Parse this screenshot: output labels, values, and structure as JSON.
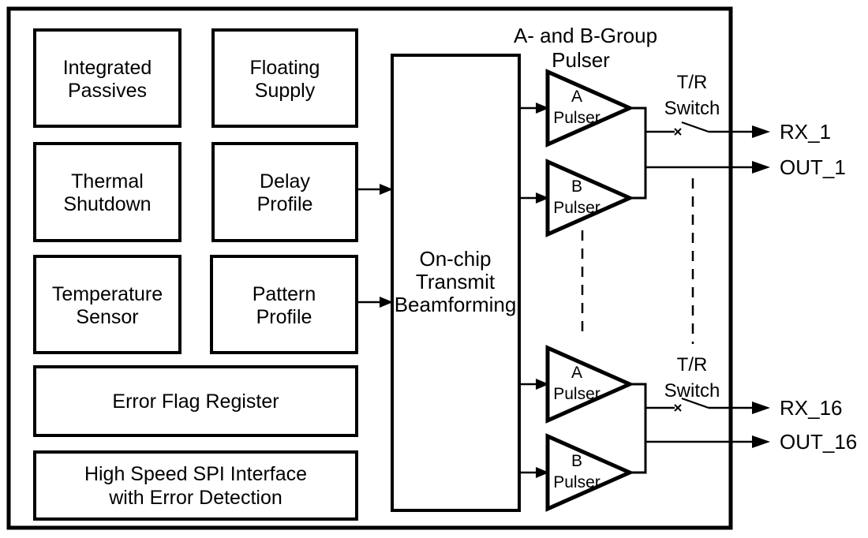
{
  "diagram": {
    "background_color": "#ffffff",
    "line_color": "#000000",
    "blocks": {
      "integrated_passives": {
        "line1": "Integrated",
        "line2": "Passives"
      },
      "floating_supply": {
        "line1": "Floating",
        "line2": "Supply"
      },
      "thermal_shutdown": {
        "line1": "Thermal",
        "line2": "Shutdown"
      },
      "delay_profile": {
        "line1": "Delay",
        "line2": "Profile"
      },
      "temperature_sensor": {
        "line1": "Temperature",
        "line2": "Sensor"
      },
      "pattern_profile": {
        "line1": "Pattern",
        "line2": "Profile"
      },
      "error_flag_register": {
        "label": "Error Flag Register"
      },
      "spi_interface": {
        "line1": "High Speed SPI Interface",
        "line2": "with Error Detection"
      },
      "beamforming": {
        "line1": "On-chip",
        "line2": "Transmit",
        "line3": "Beamforming"
      }
    },
    "pulser_group": {
      "heading_line1": "A- and B-Group",
      "heading_line2": "Pulser"
    },
    "channel1": {
      "a_pulser_line1": "A",
      "a_pulser_line2": "Pulser",
      "b_pulser_line1": "B",
      "b_pulser_line2": "Pulser",
      "tr_switch_line1": "T/R",
      "tr_switch_line2": "Switch",
      "rx_label": "RX_1",
      "out_label": "OUT_1"
    },
    "channel16": {
      "a_pulser_line1": "A",
      "a_pulser_line2": "Pulser",
      "b_pulser_line1": "B",
      "b_pulser_line2": "Pulser",
      "tr_switch_line1": "T/R",
      "tr_switch_line2": "Switch",
      "rx_label": "RX_16",
      "out_label": "OUT_16"
    }
  }
}
